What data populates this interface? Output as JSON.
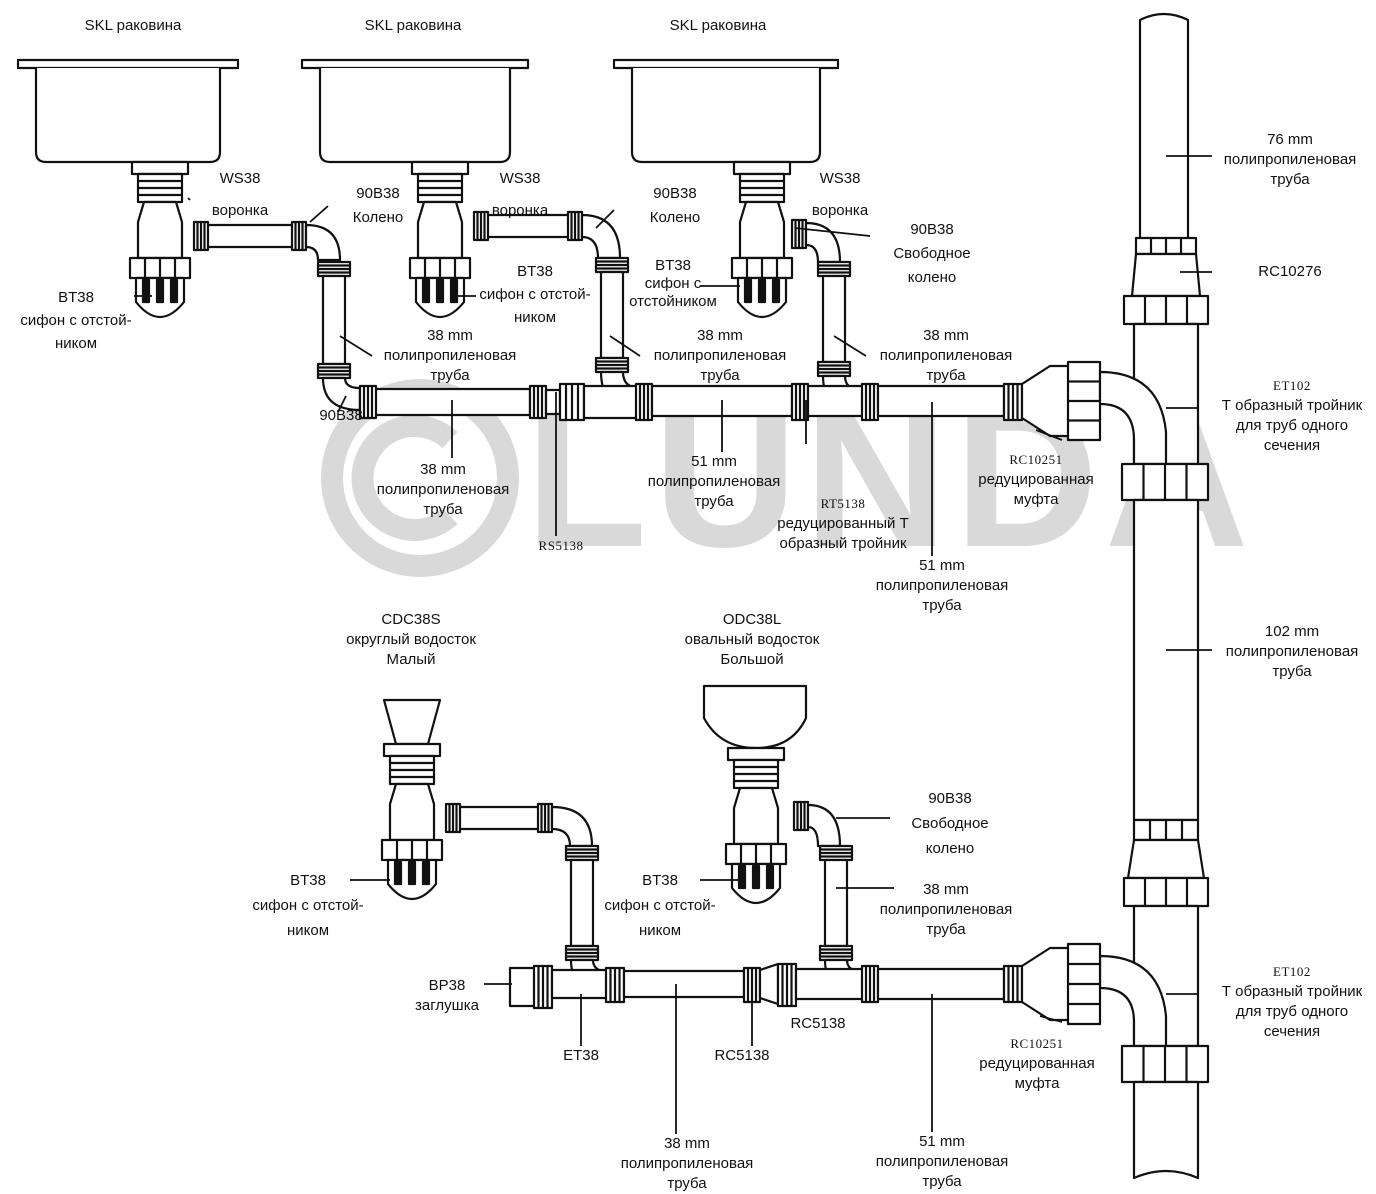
{
  "watermark": "LUNDA",
  "labels": {
    "sink1": [
      "SKL раковина"
    ],
    "sink2": [
      "SKL раковина"
    ],
    "sink3": [
      "SKL раковина"
    ],
    "ws1": [
      "WS38",
      "воронка"
    ],
    "ws2": [
      "WS38",
      "воронка"
    ],
    "ws3": [
      "WS38",
      "воронка"
    ],
    "bt1": [
      "BT38",
      "сифон с отстой-",
      "ником"
    ],
    "bt2": [
      "BT38",
      "сифон с отстой-",
      "ником"
    ],
    "bt3": [
      "BT38",
      "сифон с",
      "отстойником"
    ],
    "elbow1": [
      "90B38",
      "Колено"
    ],
    "elbow2": [
      "90B38",
      "Колено"
    ],
    "elbow3": [
      "90B38",
      "Свободное",
      "колено"
    ],
    "elbow_bottom_left": [
      "90B38"
    ],
    "pipe38_a": [
      "38 mm",
      "полипропиленовая",
      "труба"
    ],
    "pipe38_b": [
      "38 mm",
      "полипропиленовая",
      "труба"
    ],
    "pipe38_c": [
      "38 mm",
      "полипропиленовая",
      "труба"
    ],
    "pipe38_d": [
      "38 mm",
      "полипропиленовая",
      "труба"
    ],
    "pipe51_a": [
      "51 mm",
      "полипропиленовая",
      "труба"
    ],
    "pipe51_b": [
      "51 mm",
      "полипропиленовая",
      "труба"
    ],
    "rs5138": [
      "RS5138"
    ],
    "rt5138": [
      "RT5138",
      "редуцированный Т",
      "образный тройник"
    ],
    "rc10251_top": [
      "RC10251",
      "редуцированная",
      "муфта"
    ],
    "pipe76": [
      "76 mm",
      "полипропиленовая",
      "труба"
    ],
    "rc10276": [
      "RC10276"
    ],
    "et102_top": [
      "ET102",
      "Т образный тройник",
      "для труб одного",
      "сечения"
    ],
    "pipe102": [
      "102 mm",
      "полипропиленовая",
      "труба"
    ],
    "cdc38s": [
      "CDC38S",
      "округлый водосток",
      "Малый"
    ],
    "odc38l": [
      "ODC38L",
      "овальный водосток",
      "Большой"
    ],
    "bt4": [
      "BT38",
      "сифон с отстой-",
      "ником"
    ],
    "bt5": [
      "BT38",
      "сифон с отстой-",
      "ником"
    ],
    "elbow4": [
      "90B38",
      "Свободное",
      "колено"
    ],
    "pipe38_e": [
      "38 mm",
      "полипропиленовая",
      "труба"
    ],
    "bp38": [
      "BP38",
      "заглушка"
    ],
    "et38": [
      "ET38"
    ],
    "rc5138_a": [
      "RC5138"
    ],
    "rc5138_b": [
      "RC5138"
    ],
    "pipe38_f": [
      "38 mm",
      "полипропиленовая",
      "труба"
    ],
    "pipe51_c": [
      "51 mm",
      "полипропиленовая",
      "труба"
    ],
    "rc10251_bottom": [
      "RC10251",
      "редуцированная",
      "муфта"
    ],
    "et102_bottom": [
      "ET102",
      "Т образный тройник",
      "для труб одного",
      "сечения"
    ]
  }
}
